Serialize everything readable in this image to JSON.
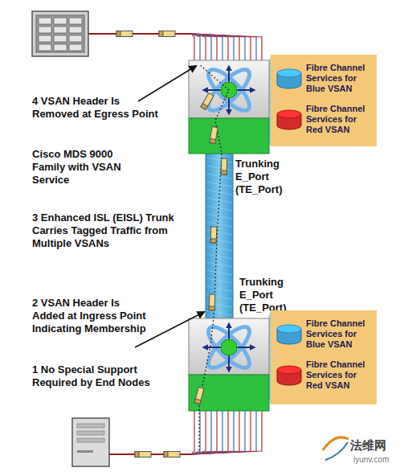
{
  "diagram": {
    "nodes": [
      {
        "text": [
          "Fibre Channel Services for Blue VSAN",
          "Fibre Channel Services for Red VSAN"
        ]
      },
      {
        "text": [
          "Fibre Channel Services for Blue VSAN",
          "Fibre Channel Services for Red VSAN"
        ]
      }
    ],
    "labels": [
      "4 VSAN Header Is Removed at Egress Point",
      "Cisco MDS 9000 Family with VSAN Service",
      "Trunking E_Port (TE_Port)",
      "3 Enhanced ISL (EISL) Trunk Carries Tagged Traffic from Multiple VSANs",
      "Trunking E_Port (TE_Port)",
      "2 VSAN Header Is Added at Ingress Point Indicating Membership",
      "1 No Special Support Required by End Nodes",
      "法维网",
      "iyunv.com"
    ]
  }
}
